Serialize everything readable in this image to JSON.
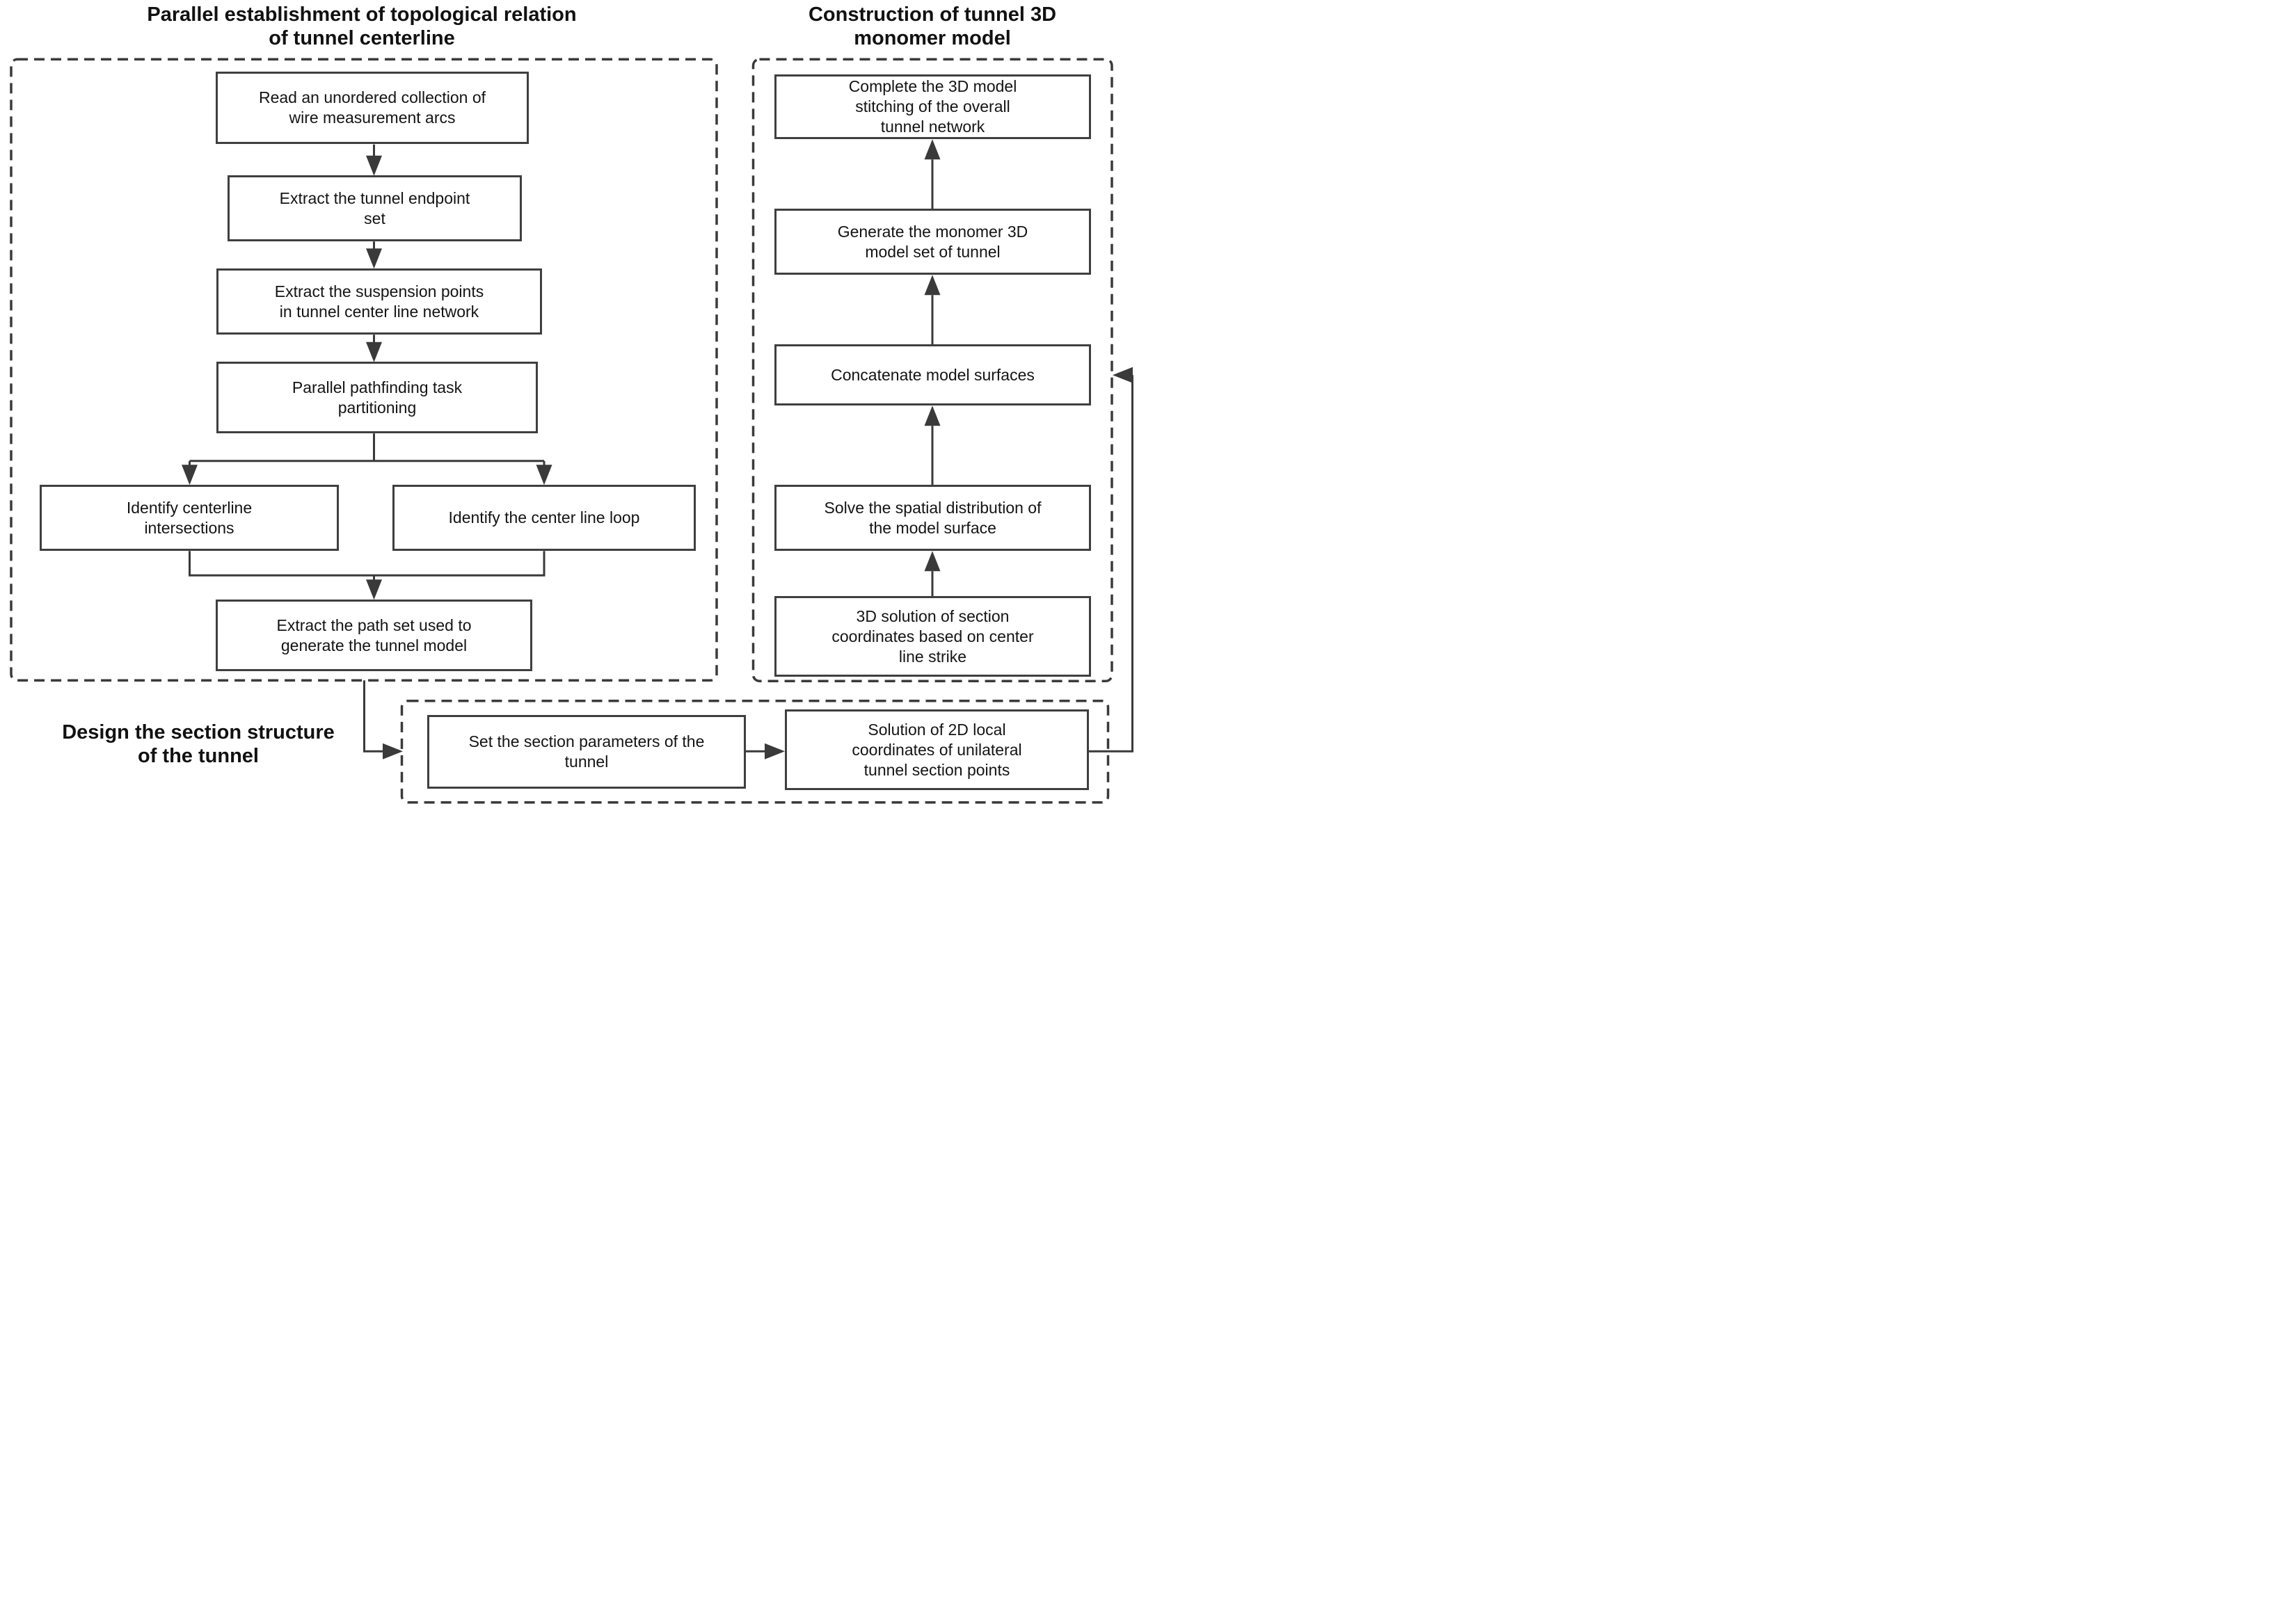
{
  "colors": {
    "line": "#3a3a3a",
    "box_border": "#3f3f3f",
    "text": "#141414",
    "background": "#ffffff"
  },
  "sections": {
    "topology": {
      "title_lines": [
        "Parallel establishment of topological relation",
        "of tunnel centerline"
      ],
      "steps": [
        "Read an unordered collection of wire measurement arcs",
        "Extract the tunnel endpoint set",
        "Extract the suspension points in tunnel center line network",
        "Parallel pathfinding task partitioning"
      ],
      "branches": [
        "Identify centerline intersections",
        "Identify the center line loop"
      ],
      "merge_step": "Extract the path set used to generate the tunnel model"
    },
    "construction": {
      "title_lines": [
        "Construction of tunnel 3D",
        "monomer model"
      ],
      "steps_top_to_bottom": [
        "Complete the 3D model stitching of the overall tunnel network",
        "Generate the monomer 3D model set of tunnel",
        "Concatenate model surfaces",
        "Solve the spatial distribution of the model surface",
        "3D solution of section coordinates based on center line strike"
      ]
    },
    "section_design": {
      "label_lines": [
        "Design the section structure",
        "of the tunnel"
      ],
      "steps": [
        "Set the section parameters of the tunnel",
        "Solution of 2D local coordinates of unilateral tunnel section points"
      ]
    }
  }
}
